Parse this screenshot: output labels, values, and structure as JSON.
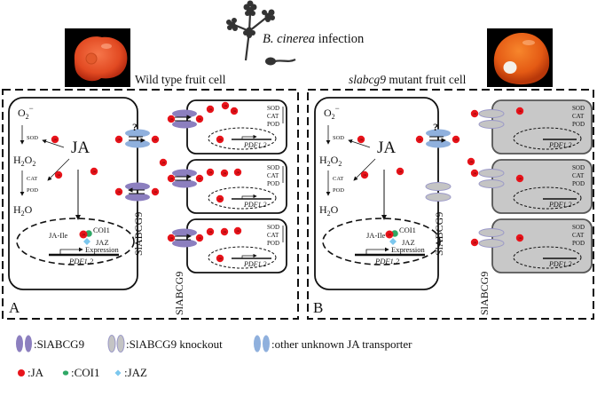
{
  "header": {
    "pathogen_italic": "B. cinerea",
    "pathogen_rest": " infection",
    "wt_caption": "Wild type fruit cell",
    "mut_caption_italic": "slabcg9",
    "mut_caption_rest": " mutant fruit cell"
  },
  "panels": [
    {
      "id": "A",
      "label": "A",
      "cell_state": "wild-type",
      "main_cell": {
        "ros": [
          "O2−",
          "H2O2",
          "H2O"
        ],
        "enzymes_1": "SOD",
        "enzymes_2": [
          "CAT",
          "POD"
        ],
        "center": "JA",
        "nucleus": {
          "conjugate": "JA-Ile",
          "receptor": "COI1",
          "repressor": "JAZ",
          "expression": "Expression",
          "gene": "PDF1.2"
        }
      },
      "unknown_transporter_mark": "?",
      "transporter_label": "SlABCG9",
      "neighbor_cells": [
        {
          "enzymes": [
            "SOD",
            "CAT",
            "POD"
          ],
          "gene": "PDF1.2"
        },
        {
          "enzymes": [
            "SOD",
            "CAT",
            "POD"
          ],
          "gene": "PDF1.2"
        },
        {
          "enzymes": [
            "SOD",
            "CAT",
            "POD"
          ],
          "gene": "PDF1.2"
        }
      ]
    },
    {
      "id": "B",
      "label": "B",
      "cell_state": "slabcg9 mutant",
      "main_cell": {
        "ros": [
          "O2−",
          "H2O2",
          "H2O"
        ],
        "enzymes_1": "SOD",
        "enzymes_2": [
          "CAT",
          "POD"
        ],
        "center": "JA",
        "nucleus": {
          "conjugate": "JA-Ile",
          "receptor": "COI1",
          "repressor": "JAZ",
          "expression": "Expression",
          "gene": "PDF1.2"
        }
      },
      "unknown_transporter_mark": "?",
      "transporter_label": "SlABCG9",
      "neighbor_cells": [
        {
          "enzymes": [
            "SOD",
            "CAT",
            "POD"
          ],
          "gene": "PDF1.2"
        },
        {
          "enzymes": [
            "SOD",
            "CAT",
            "POD"
          ],
          "gene": "PDF1.2"
        },
        {
          "enzymes": [
            "SOD",
            "CAT",
            "POD"
          ],
          "gene": "PDF1.2"
        }
      ]
    }
  ],
  "legend": {
    "row1": [
      {
        "symbol": "slabcg9-transporter",
        "label": ":SlABCG9"
      },
      {
        "symbol": "slabcg9-knockout",
        "label": ":SlABCG9 knockout"
      },
      {
        "symbol": "unknown-transporter",
        "label": ":other unknown JA transporter"
      }
    ],
    "row2": [
      {
        "symbol": "ja-dot",
        "label": ":JA"
      },
      {
        "symbol": "coi1-dot",
        "label": ":COI1"
      },
      {
        "symbol": "jaz-diamond",
        "label": ":JAZ"
      }
    ]
  },
  "molecule_label": "JA",
  "colors": {
    "slabcg9": "#8c7fbf",
    "knockout": "#c4c4c4",
    "knockout_edge": "#9a98c8",
    "unknown": "#8fb0dd",
    "ja": "#e8141b",
    "coi1": "#2fa866",
    "jaz": "#7cc7ee",
    "question": "#3a74c4",
    "mutant_cell_fill": "#c8c8c8",
    "label_purple": "#6a5aa8",
    "label_gray": "#707070"
  }
}
